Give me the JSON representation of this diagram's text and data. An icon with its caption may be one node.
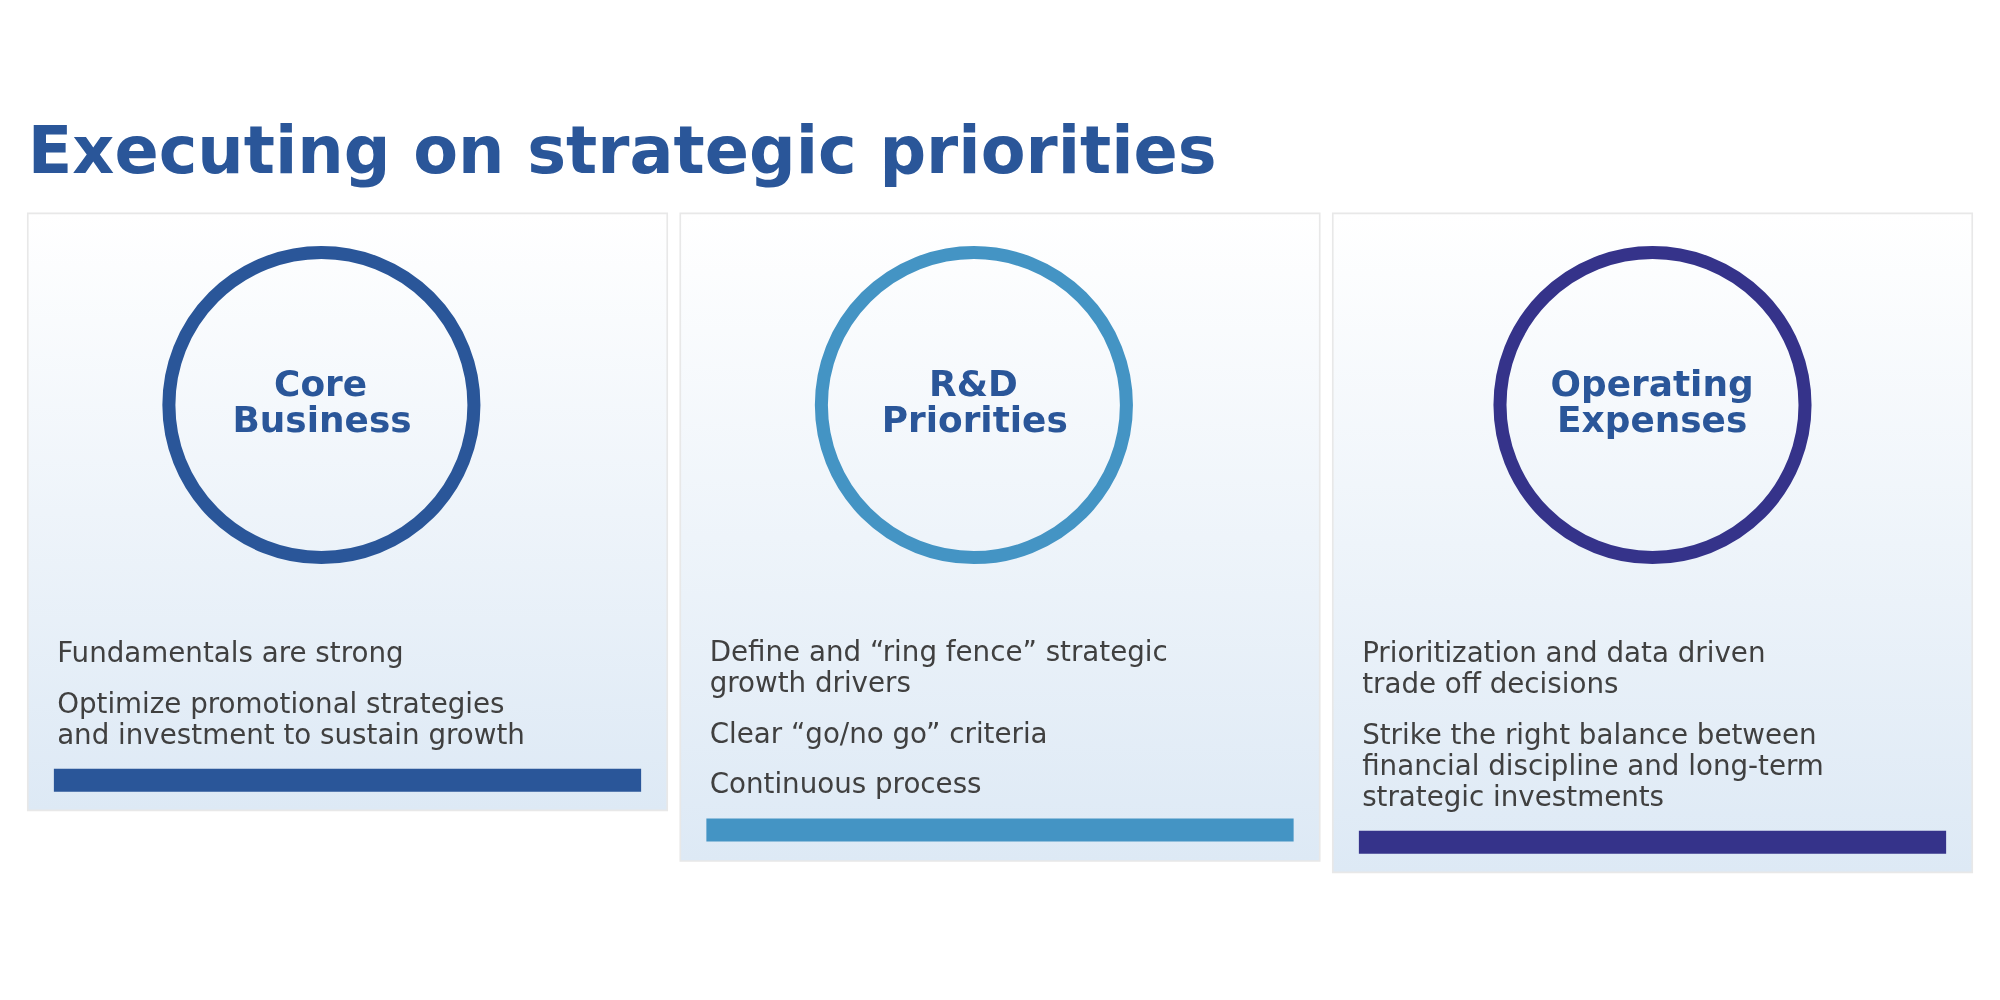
{
  "diagram": {
    "title": "Executing on strategic priorities",
    "nodes": [
      {
        "text": [
          "Fundamentals are strong",
          "Optimize promotional strategies and investment to sustain growth"
        ]
      },
      {
        "text": [
          "Core Business"
        ],
        "in": 0
      },
      {
        "text": [
          "Define and “ring fence” strategic growth drivers",
          "Clear “go/no go” criteria",
          "Continuous process"
        ]
      },
      {
        "text": [
          "R&D Priorities"
        ],
        "in": 2
      },
      {
        "text": [
          "Prioritization and data driven trade off decisions",
          "Strike the right balance between financial discipline and long-term strategic investments"
        ]
      },
      {
        "text": [
          "Operating Expenses"
        ],
        "in": 4
      }
    ],
    "edges": []
  }
}
